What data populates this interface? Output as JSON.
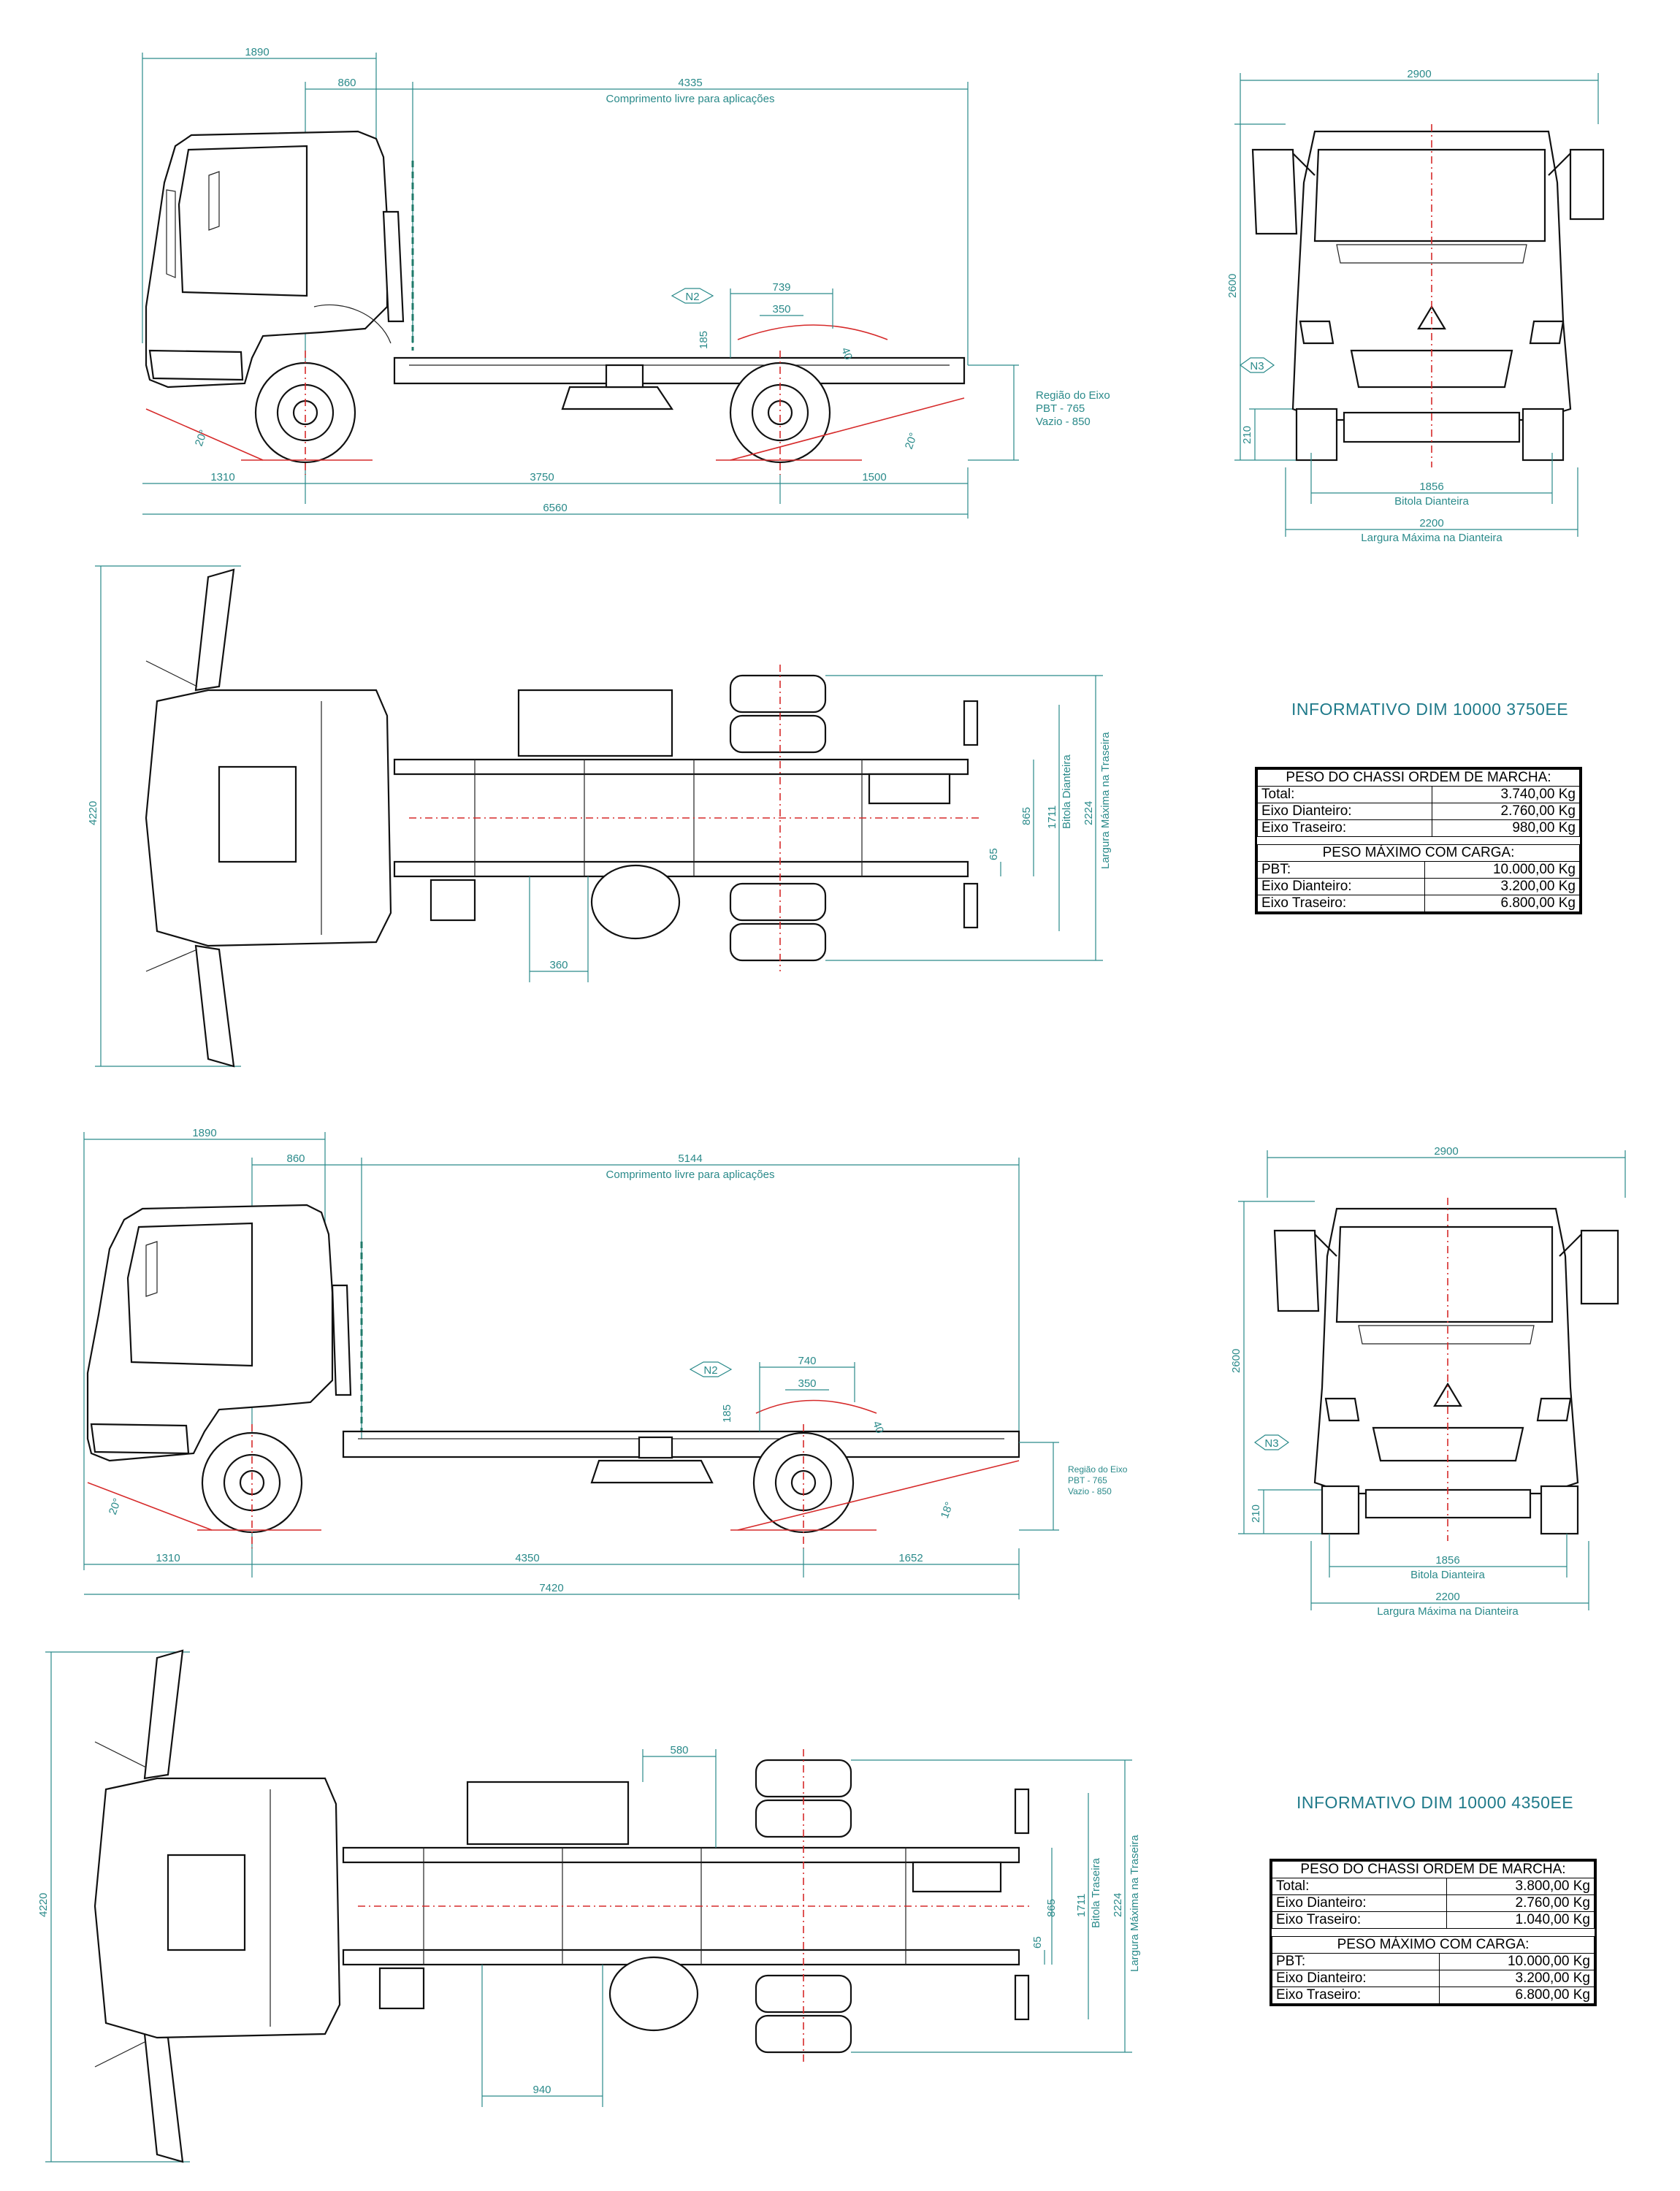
{
  "views": {
    "v1": {
      "side": {
        "dims": [
          "1890",
          "860",
          "4335",
          "739",
          "350",
          "185",
          "40",
          "1310",
          "3750",
          "1500",
          "6560",
          "20°",
          "20°"
        ],
        "free_length_label": "Comprimento livre para aplicações",
        "marker": "N2",
        "axle_region": [
          "Região do Eixo",
          "PBT - 765",
          "Vazio - 850"
        ]
      },
      "front": {
        "dims": [
          "2900",
          "2600",
          "210",
          "1856",
          "2200"
        ],
        "track_label": "Bitola Dianteira",
        "max_width_label": "Largura Máxima na Dianteira",
        "marker": "N3"
      },
      "top": {
        "dims": [
          "4220",
          "360",
          "65",
          "865",
          "1711",
          "2224"
        ],
        "rear_track_label": "Bitola Dianteira",
        "rear_width_label": "Largura Máxima na Traseira"
      }
    },
    "v2": {
      "side": {
        "dims": [
          "1890",
          "860",
          "5144",
          "740",
          "350",
          "185",
          "40",
          "1310",
          "4350",
          "1652",
          "7420",
          "20°",
          "18°"
        ],
        "free_length_label": "Comprimento livre para aplicações",
        "marker": "N2",
        "axle_region": [
          "Região do Eixo",
          "PBT - 765",
          "Vazio - 850"
        ]
      },
      "front": {
        "dims": [
          "2900",
          "2600",
          "210",
          "1856",
          "2200"
        ],
        "track_label": "Bitola Dianteira",
        "max_width_label": "Largura Máxima na Dianteira",
        "marker": "N3"
      },
      "top": {
        "dims": [
          "4220",
          "580",
          "940",
          "65",
          "865",
          "1711",
          "2224"
        ],
        "rear_track_label": "Bitola Traseira",
        "rear_width_label": "Largura Máxima na Traseira"
      }
    }
  },
  "info": [
    {
      "title": "INFORMATIVO DIM 10000 3750EE",
      "chassis_header": "PESO DO CHASSI ORDEM DE MARCHA:",
      "chassis_rows": [
        {
          "label": "Total:",
          "value": "3.740,00 Kg"
        },
        {
          "label": "Eixo Dianteiro:",
          "value": "2.760,00 Kg"
        },
        {
          "label": "Eixo Traseiro:",
          "value": "980,00 Kg"
        }
      ],
      "max_header": "PESO MÁXIMO COM CARGA:",
      "max_rows": [
        {
          "label": "PBT:",
          "value": "10.000,00 Kg"
        },
        {
          "label": "Eixo Dianteiro:",
          "value": "3.200,00 Kg"
        },
        {
          "label": "Eixo Traseiro:",
          "value": "6.800,00 Kg"
        }
      ]
    },
    {
      "title": "INFORMATIVO DIM 10000 4350EE",
      "chassis_header": "PESO DO CHASSI ORDEM DE MARCHA:",
      "chassis_rows": [
        {
          "label": "Total:",
          "value": "3.800,00 Kg"
        },
        {
          "label": "Eixo Dianteiro:",
          "value": "2.760,00 Kg"
        },
        {
          "label": "Eixo Traseiro:",
          "value": "1.040,00 Kg"
        }
      ],
      "max_header": "PESO MÁXIMO COM CARGA:",
      "max_rows": [
        {
          "label": "PBT:",
          "value": "10.000,00 Kg"
        },
        {
          "label": "Eixo Dianteiro:",
          "value": "3.200,00 Kg"
        },
        {
          "label": "Eixo Traseiro:",
          "value": "6.800,00 Kg"
        }
      ]
    }
  ]
}
